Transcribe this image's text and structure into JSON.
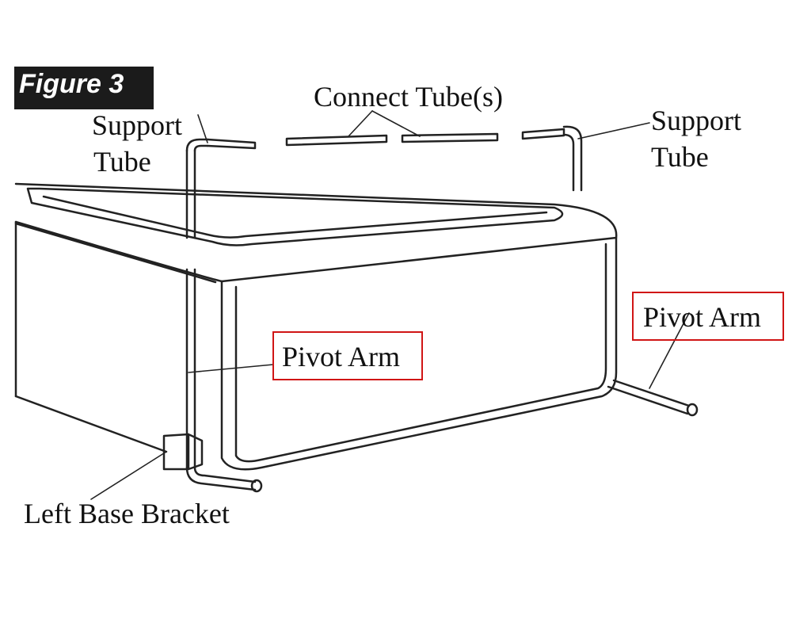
{
  "figure_label": "Figure 3",
  "labels": {
    "support_tube_left_line1": "Support",
    "support_tube_left_line2": "Tube",
    "connect_tubes": "Connect Tube(s)",
    "support_tube_right_line1": "Support",
    "support_tube_right_line2": "Tube",
    "pivot_arm_center": "Pivot Arm",
    "pivot_arm_right": "Pivot Arm",
    "left_base_bracket": "Left Base Bracket"
  },
  "colors": {
    "highlight_box": "#d01515",
    "badge_background": "#1b1b1b",
    "line": "#222222"
  }
}
